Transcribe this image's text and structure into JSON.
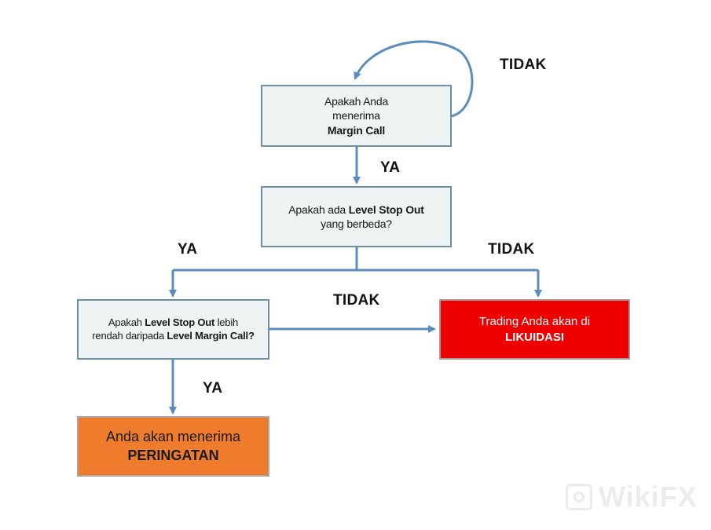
{
  "nodes": {
    "q_margin_call": {
      "line1": "Apakah Anda",
      "line2": "menerima",
      "line3_bold": "Margin Call"
    },
    "q_level_stop_out": {
      "pre": "Apakah ada",
      "bold": "Level Stop Out",
      "line2": "yang berbeda?"
    },
    "q_lower_than": {
      "pre": "Apakah",
      "bold1": "Level Stop Out",
      "mid": "lebih",
      "line2_pre": "rendah daripada",
      "bold2": "Level Margin Call?"
    },
    "liquidation": {
      "line1": "Trading Anda akan di",
      "line2_bold": "LIKUIDASI"
    },
    "warning": {
      "line1": "Anda akan menerima",
      "line2_bold": "PERINGATAN"
    }
  },
  "edge_labels": {
    "loop_no": "TIDAK",
    "first_yes": "YA",
    "left_yes": "YA",
    "right_no": "TIDAK",
    "middle_no": "TIDAK",
    "bottom_yes": "YA"
  },
  "watermark": {
    "text": "WikiFX"
  },
  "colors": {
    "arrow": "#5b8cbf",
    "question_fill": "#eef3f3",
    "liquidation_fill": "#ee0000",
    "warning_fill": "#ef7c2c"
  }
}
